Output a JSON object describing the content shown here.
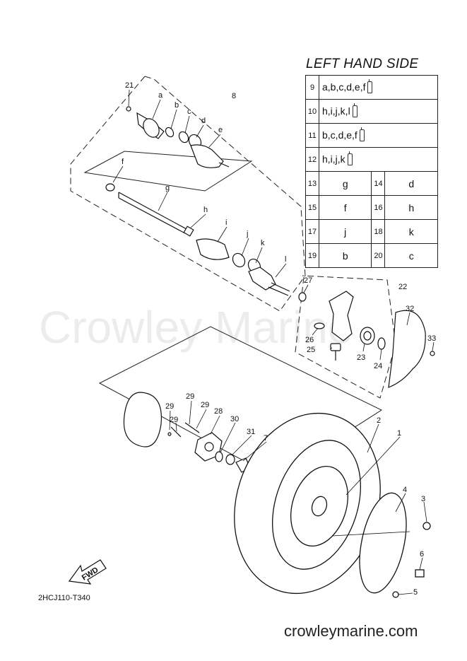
{
  "legend": {
    "title": "LEFT HAND SIDE",
    "kits": [
      {
        "num": "9",
        "parts": "a,b,c,d,e,f",
        "icon": "grease-tube-icon"
      },
      {
        "num": "10",
        "parts": "h,i,j,k,l",
        "icon": "grease-tube-icon"
      },
      {
        "num": "11",
        "parts": "b,c,d,e,f",
        "icon": "grease-tube-icon"
      },
      {
        "num": "12",
        "parts": "h,i,j,k",
        "icon": "grease-tube-icon"
      }
    ],
    "pairs": [
      {
        "n1": "13",
        "v1": "g",
        "n2": "14",
        "v2": "d"
      },
      {
        "n1": "15",
        "v1": "f",
        "n2": "16",
        "v2": "h"
      },
      {
        "n1": "17",
        "v1": "j",
        "n2": "18",
        "v2": "k"
      },
      {
        "n1": "19",
        "v1": "b",
        "n2": "20",
        "v2": "c"
      }
    ]
  },
  "callouts": {
    "c21": "21",
    "ca": "a",
    "cb": "b",
    "cc": "c",
    "cd": "d",
    "ce": "e",
    "c8": "8",
    "cf": "f",
    "cg": "g",
    "ch": "h",
    "ci": "i",
    "cj": "j",
    "ck": "k",
    "cl": "l",
    "c27": "27",
    "c22": "22",
    "c32": "32",
    "c26": "26",
    "c25": "25",
    "c23": "23",
    "c24": "24",
    "c33": "33",
    "c29a": "29",
    "c29b": "29",
    "c29c": "29",
    "c29d": "29",
    "c28": "28",
    "c30": "30",
    "c31": "31",
    "c7": "7",
    "c2": "2",
    "c1": "1",
    "c4": "4",
    "c3": "3",
    "c6": "6",
    "c5": "5"
  },
  "fwd_label": "FWD",
  "diagram_code": "2HCJ110-T340",
  "watermark": "Crowley Marine",
  "website": "crowleymarine.com"
}
